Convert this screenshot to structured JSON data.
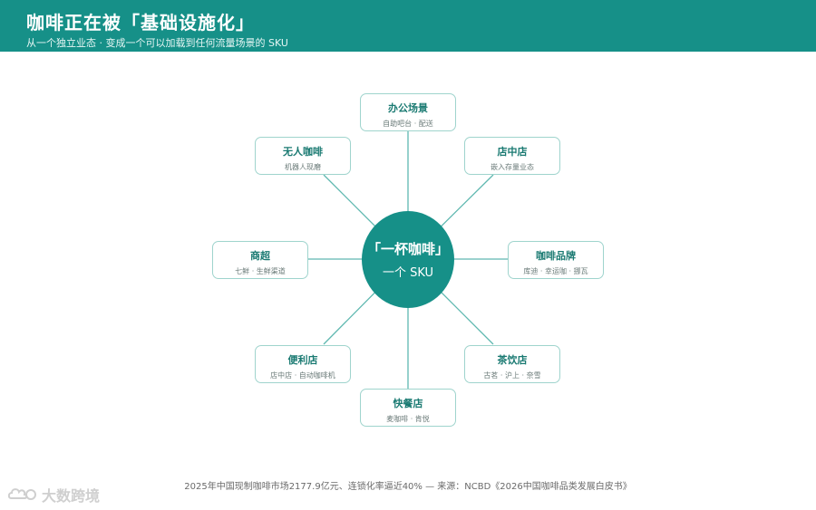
{
  "header": {
    "title": "咖啡正在被「基础设施化」",
    "subtitle": "从一个独立业态 · 变成一个可以加载到任何流量场景的 SKU"
  },
  "hub": {
    "title": "「一杯咖啡」",
    "subtitle": "一个 SKU"
  },
  "nodes": {
    "office": {
      "title": "办公场景",
      "sub": "自助吧台 · 配送"
    },
    "unmanned": {
      "title": "无人咖啡",
      "sub": "机器人现磨"
    },
    "shop_in_shop": {
      "title": "店中店",
      "sub": "嵌入存量业态"
    },
    "supermarket": {
      "title": "商超",
      "sub": "七鲜 · 生鲜渠道"
    },
    "coffee_brand": {
      "title": "咖啡品牌",
      "sub": "库迪 · 幸运咖 · 挪瓦"
    },
    "convenience": {
      "title": "便利店",
      "sub": "店中店 · 自动咖啡机"
    },
    "tea": {
      "title": "茶饮店",
      "sub": "古茗 · 沪上 · 奈雪"
    },
    "fast_food": {
      "title": "快餐店",
      "sub": "麦咖啡 · 肯悦"
    }
  },
  "footer": {
    "source": "2025年中国现制咖啡市场2177.9亿元、连锁化率逼近40% — 来源：NCBD《2026中国咖啡品类发展白皮书》"
  },
  "watermark": {
    "text": "大数跨境"
  },
  "colors": {
    "primary": "#169088",
    "node_border": "#9fd4cd",
    "node_title": "#1a7a72",
    "connector": "#5fb8b0"
  },
  "icons": {
    "watermark_logo": "cloud-logo-icon"
  }
}
